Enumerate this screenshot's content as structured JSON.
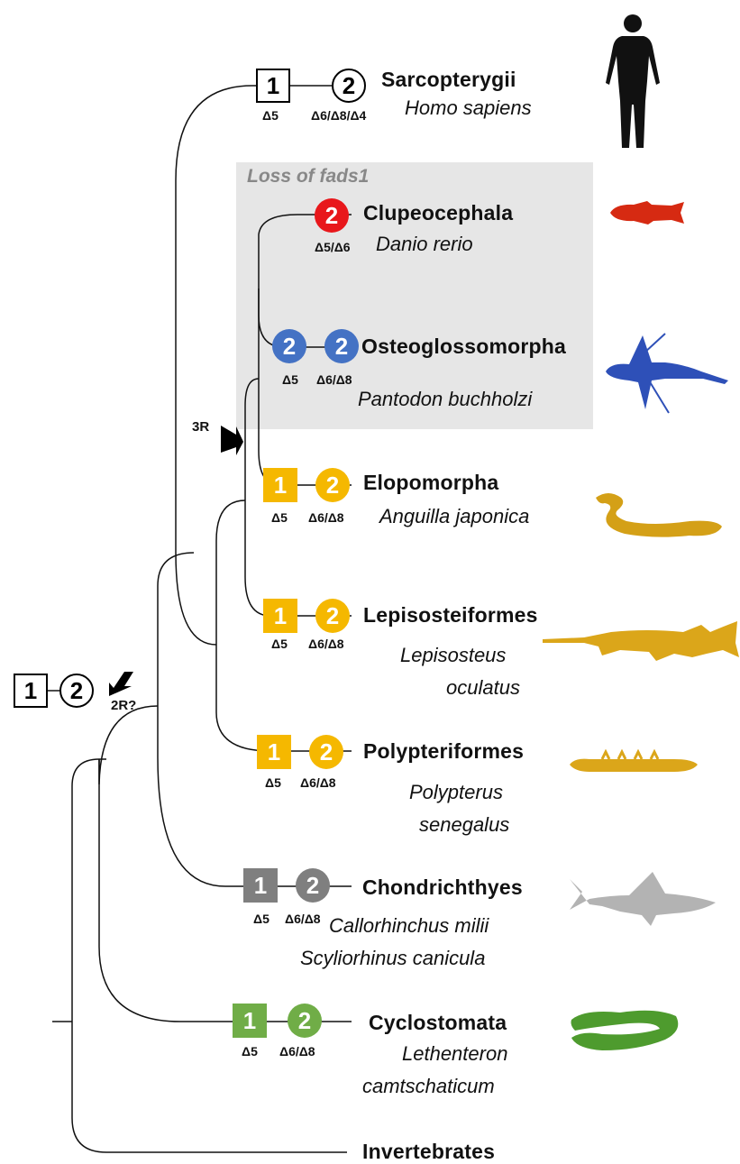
{
  "colors": {
    "line": "#111111",
    "loss_box": "#e6e6e6",
    "loss_text": "#888888",
    "clupeo": "#e8171b",
    "osteo": "#4472c4",
    "yellow": "#f5b800",
    "grey": "#7f7f7f",
    "green": "#70ad47",
    "eel": "#d4a017",
    "gar": "#dba61a"
  },
  "root": {
    "fads1": "1",
    "fads2": "2"
  },
  "events": {
    "wgd_2r": "2R?",
    "wgd_3r": "3R"
  },
  "loss_box": {
    "label": "Loss of fads1"
  },
  "taxa": [
    {
      "id": "sarcopterygii",
      "name": "Sarcopterygii",
      "species": [
        "Homo sapiens"
      ],
      "gene1": "1",
      "gene1_activity": "Δ5",
      "gene2": "2",
      "gene2_activity": "Δ6/Δ8/Δ4",
      "silhouette": "human-icon"
    },
    {
      "id": "clupeocephala",
      "name": "Clupeocephala",
      "species": [
        "Danio rerio"
      ],
      "gene2": "2",
      "gene2_activity": "Δ5/Δ6",
      "silhouette": "zebrafish-icon"
    },
    {
      "id": "osteoglossomorpha",
      "name": "Osteoglossomorpha",
      "species": [
        "Pantodon buchholzi"
      ],
      "gene2a": "2",
      "gene2a_activity": "Δ5",
      "gene2b": "2",
      "gene2b_activity": "Δ6/Δ8",
      "silhouette": "butterflyfish-icon"
    },
    {
      "id": "elopomorpha",
      "name": "Elopomorpha",
      "species": [
        "Anguilla japonica"
      ],
      "gene1": "1",
      "gene1_activity": "Δ5",
      "gene2": "2",
      "gene2_activity": "Δ6/Δ8",
      "silhouette": "eel-icon"
    },
    {
      "id": "lepisosteiformes",
      "name": "Lepisosteiformes",
      "species": [
        "Lepisosteus",
        "oculatus"
      ],
      "gene1": "1",
      "gene1_activity": "Δ5",
      "gene2": "2",
      "gene2_activity": "Δ6/Δ8",
      "silhouette": "gar-icon"
    },
    {
      "id": "polypteriformes",
      "name": "Polypteriformes",
      "species": [
        "Polypterus",
        "senegalus"
      ],
      "gene1": "1",
      "gene1_activity": "Δ5",
      "gene2": "2",
      "gene2_activity": "Δ6/Δ8",
      "silhouette": "bichir-icon"
    },
    {
      "id": "chondrichthyes",
      "name": "Chondrichthyes",
      "species": [
        "Callorhinchus milii",
        "Scyliorhinus canicula"
      ],
      "gene1": "1",
      "gene1_activity": "Δ5",
      "gene2": "2",
      "gene2_activity": "Δ6/Δ8",
      "silhouette": "shark-icon"
    },
    {
      "id": "cyclostomata",
      "name": "Cyclostomata",
      "species": [
        "Lethenteron",
        "camtschaticum"
      ],
      "gene1": "1",
      "gene1_activity": "Δ5",
      "gene2": "2",
      "gene2_activity": "Δ6/Δ8",
      "silhouette": "lamprey-icon"
    },
    {
      "id": "invertebrates",
      "name": "Invertebrates"
    }
  ]
}
